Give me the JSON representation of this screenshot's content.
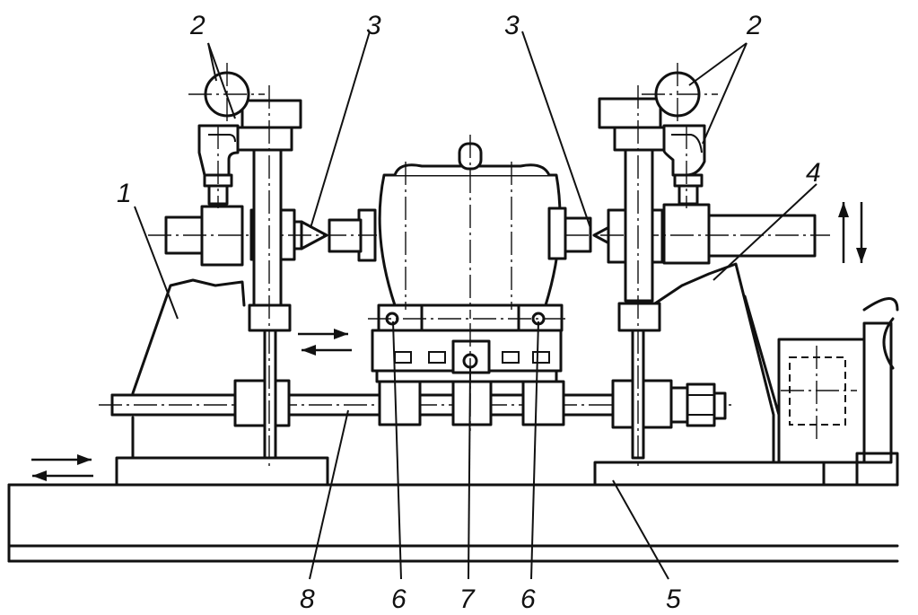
{
  "figure": {
    "labels": {
      "base_left": "1",
      "indicators": "2",
      "centers": "3",
      "base_right": "4",
      "slide": "5",
      "clamps": "6",
      "pivot": "7",
      "shaft": "8"
    }
  }
}
